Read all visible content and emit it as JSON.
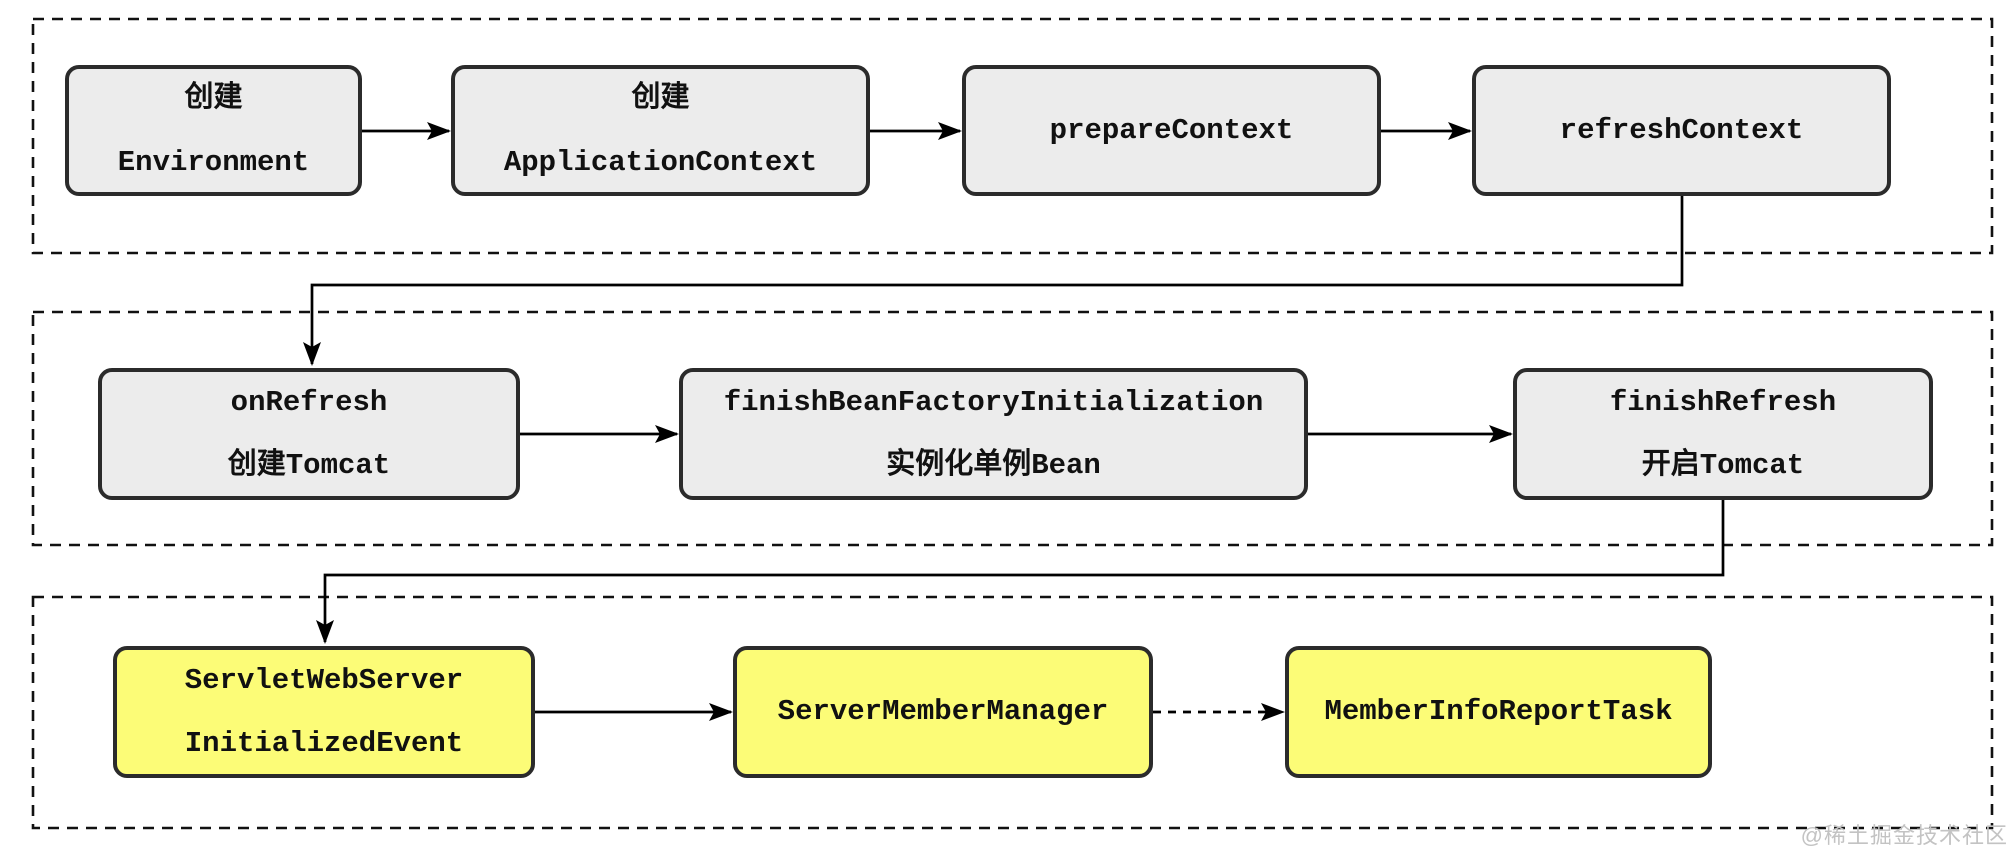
{
  "diagram": {
    "nodes": {
      "create_environment": {
        "line1": "创建",
        "line2": "Environment"
      },
      "create_application_context": {
        "line1": "创建",
        "line2": "ApplicationContext"
      },
      "prepare_context": {
        "line1": "prepareContext"
      },
      "refresh_context": {
        "line1": "refreshContext"
      },
      "on_refresh": {
        "line1": "onRefresh",
        "line2": "创建Tomcat"
      },
      "finish_bean_factory": {
        "line1": "finishBeanFactoryInitialization",
        "line2": "实例化单例Bean"
      },
      "finish_refresh": {
        "line1": "finishRefresh",
        "line2": "开启Tomcat"
      },
      "servlet_event": {
        "line1": "ServletWebServer",
        "line2": "InitializedEvent"
      },
      "server_member_manager": {
        "line1": "ServerMemberManager"
      },
      "member_info_report_task": {
        "line1": "MemberInfoReportTask"
      }
    },
    "watermark": "@稀土掘金技术社区",
    "colors": {
      "node_fill": "#ececec",
      "node_border": "#2b2b2b",
      "highlight_fill": "#fcfc77",
      "line": "#000000",
      "container_border": "#111111",
      "watermark": "#c3c3c3"
    }
  }
}
